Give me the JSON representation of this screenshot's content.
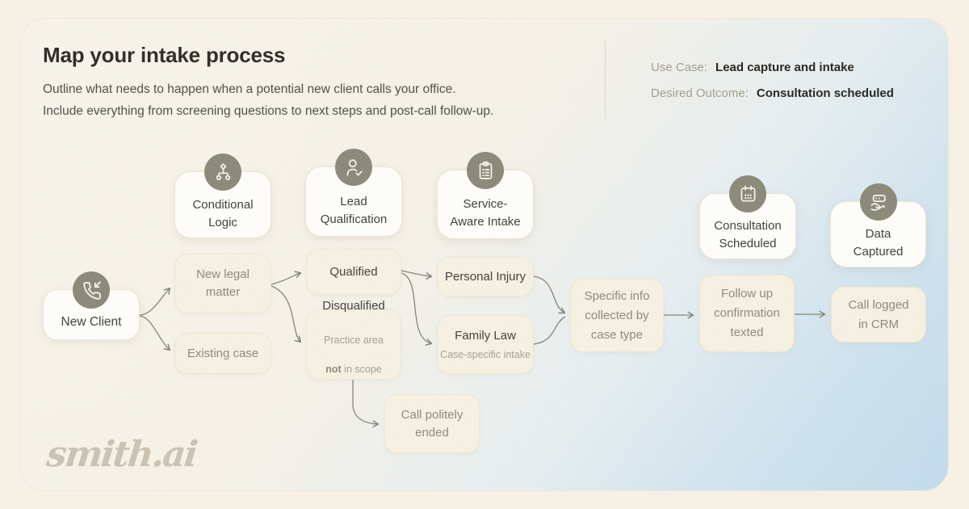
{
  "header": {
    "title": "Map your intake process",
    "subtitle_lines": [
      "Outline what needs to happen when a potential new client calls your office.",
      "Include everything from screening questions to next steps and post-call follow-up."
    ],
    "meta": [
      {
        "label": "Use Case:",
        "value": "Lead capture and intake"
      },
      {
        "label": "Desired Outcome:",
        "value": "Consultation scheduled"
      }
    ]
  },
  "flow": {
    "headers": {
      "conditional_logic": {
        "icon": "branch-icon",
        "label": [
          "Conditional",
          "Logic"
        ]
      },
      "lead_qualification": {
        "icon": "person-check-icon",
        "label": [
          "Lead",
          "Qualification"
        ]
      },
      "service_aware": {
        "icon": "clipboard-list-icon",
        "label": [
          "Service-",
          "Aware Intake"
        ]
      },
      "consultation_scheduled": {
        "icon": "calendar-icon",
        "label": [
          "Consultation",
          "Scheduled"
        ]
      },
      "data_captured": {
        "icon": "data-in-hand-icon",
        "label": [
          "Data",
          "Captured"
        ]
      }
    },
    "nodes": {
      "new_client": {
        "icon": "phone-incoming-icon",
        "label": [
          "New Client"
        ]
      },
      "new_legal_matter": {
        "label": [
          "New legal",
          "matter"
        ]
      },
      "existing_case": {
        "label": [
          "Existing case"
        ]
      },
      "qualified": {
        "label": [
          "Qualified"
        ]
      },
      "disqualified": {
        "label": [
          "Disqualified"
        ],
        "subtitle_line1": "Practice area",
        "subtitle_bold": "not",
        "subtitle_rest": " in scope"
      },
      "personal_injury": {
        "label": [
          "Personal Injury"
        ]
      },
      "family_law": {
        "label": [
          "Family Law"
        ],
        "subtitle": "Case-specific intake"
      },
      "call_politely_ended": {
        "label": [
          "Call politely",
          "ended"
        ]
      },
      "specific_info": {
        "label": [
          "Specific info",
          "collected by",
          "case type"
        ]
      },
      "follow_up": {
        "label": [
          "Follow up",
          "confirmation",
          "texted"
        ]
      },
      "call_logged": {
        "label": [
          "Call logged",
          "in CRM"
        ]
      }
    }
  },
  "brand": {
    "logo_text": "smith.ai"
  },
  "colors": {
    "outer_background": "#f6f1e4",
    "card_cream": "#f8f4ea",
    "card_blue": "#c3dcec",
    "node_white": "#fffefa",
    "node_cream": "#f7f1e2",
    "icon_circle": "#8b8a79",
    "arrow": "#84827a",
    "text_dark": "#2e2d28",
    "text_gray": "#8b897e"
  }
}
